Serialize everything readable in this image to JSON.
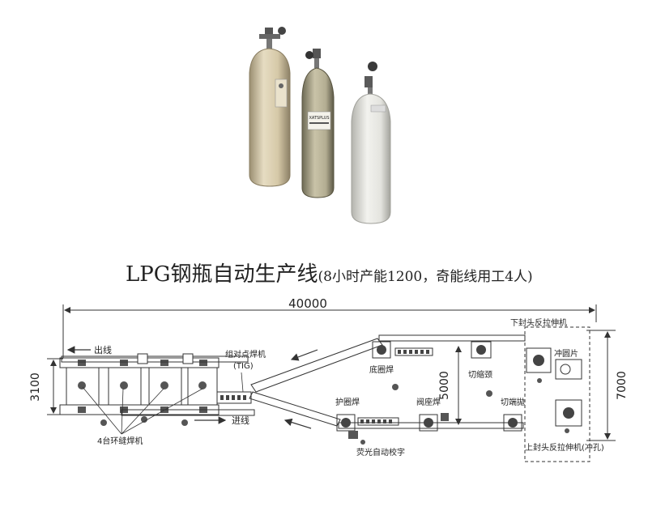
{
  "title": {
    "main": "LPG钢瓶自动生产线",
    "sub": "(8小时产能1200，奇能线用工4人)"
  },
  "photo": {
    "subject": "three-composite-gas-cylinders",
    "cylinder_label": "XATSPLUS"
  },
  "diagram": {
    "dimensions": {
      "length": "40000",
      "height_left": "3100",
      "height_mid": "5000",
      "height_right": "7000"
    },
    "labels": {
      "exit_line": "出线",
      "entry_line": "进线",
      "tack_welder": "组对点焊机",
      "tig": "(TIG)",
      "circ_welders": "4台环缝焊机",
      "bottom_ring_weld": "底圈焊",
      "cut_shrink": "切缩颈",
      "guard_ring_weld": "护圈焊",
      "valve_seat_weld": "阀座焊",
      "trim_edge": "切端拋",
      "laser_mark": "荧光自动校字",
      "lower_head_press": "下封头反拉伸机",
      "punch_blank": "冲圆片",
      "upper_head_press": "上封头反拉伸机(冲孔)"
    }
  }
}
